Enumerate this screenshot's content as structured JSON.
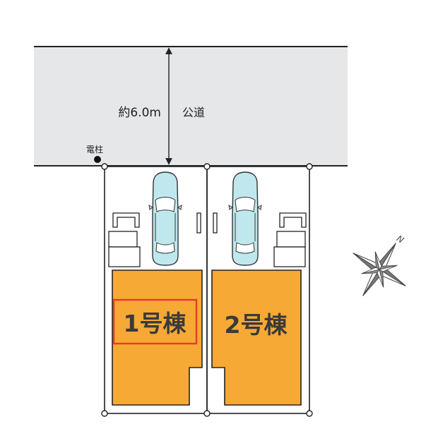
{
  "road": {
    "width_label": "約6.0m",
    "type_label": "公道"
  },
  "utility_pole": {
    "label": "電柱"
  },
  "buildings": [
    {
      "label": "1号棟",
      "highlighted": true
    },
    {
      "label": "2号棟",
      "highlighted": false
    }
  ],
  "compass": {
    "north_label": "N"
  },
  "colors": {
    "road": "#e6e7e8",
    "building": "#f7a935",
    "highlight": "#e63a2e",
    "car": "#bfe8ee",
    "outline": "#222222"
  }
}
